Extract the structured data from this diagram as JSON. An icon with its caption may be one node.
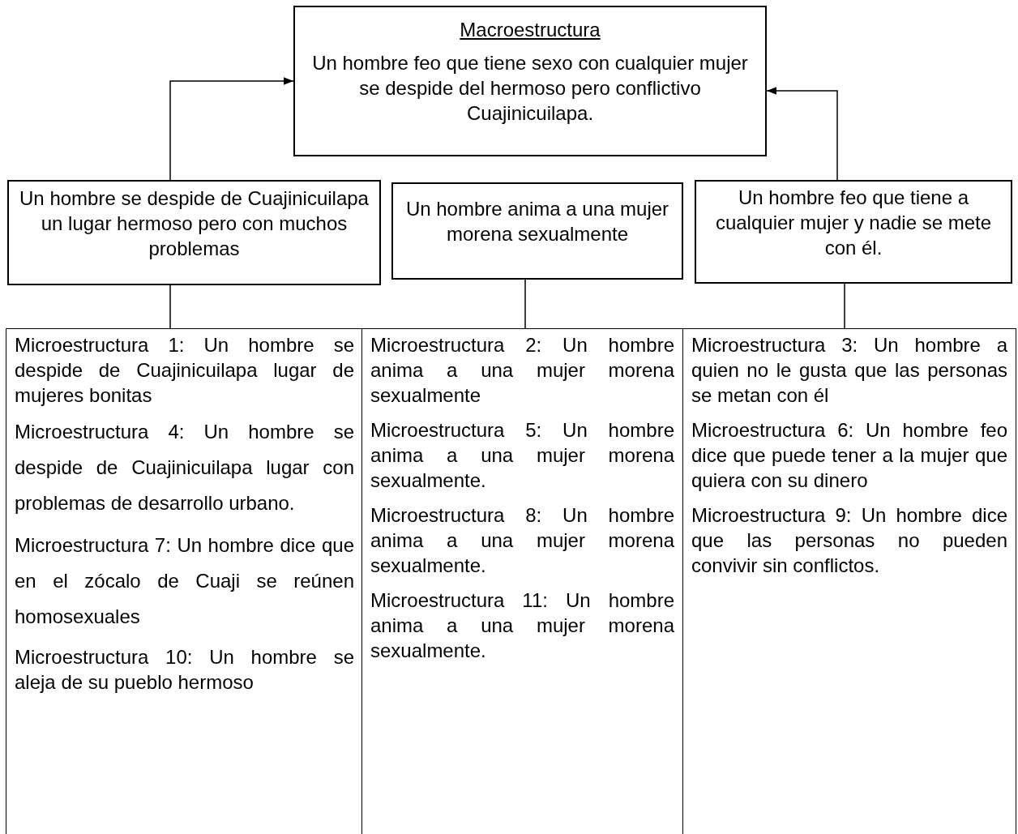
{
  "diagram": {
    "nodes": [
      {
        "text": [
          "Macroestructura",
          "Un hombre feo que tiene sexo con cualquier mujer se despide del hermoso pero conflictivo Cuajinicuilapa."
        ]
      },
      {
        "text": [
          "Un hombre se despide de Cuajinicuilapa un lugar hermoso pero con muchos problemas"
        ]
      },
      {
        "text": [
          "Un hombre anima a una mujer morena sexualmente"
        ]
      },
      {
        "text": [
          "Un hombre feo que tiene a cualquier mujer y nadie se mete con él."
        ]
      },
      {
        "text": [
          "Microestructura 1: Un hombre se despide de Cuajinicuilapa lugar de mujeres bonitas",
          "Microestructura 4: Un hombre se despide de Cuajinicuilapa lugar con problemas de desarrollo urbano.",
          "Microestructura 7: Un hombre dice que en el zócalo de Cuaji se reúnen homosexuales",
          "Microestructura 10: Un hombre se aleja de su pueblo hermoso"
        ]
      },
      {
        "text": [
          "Microestructura 2: Un hombre anima a una mujer morena sexualmente",
          "Microestructura 5: Un hombre anima a una mujer morena sexualmente.",
          "Microestructura 8: Un hombre anima a una mujer morena sexualmente.",
          "Microestructura 11: Un hombre anima a una mujer morena sexualmente."
        ]
      },
      {
        "text": [
          "Microestructura 3: Un hombre a quien no le gusta que las personas se metan con él",
          "Microestructura 6: Un hombre feo dice que puede tener a la mujer que quiera con su dinero",
          "Microestructura 9: Un hombre dice que las personas no pueden convivir sin conflictos."
        ]
      }
    ],
    "edges": [
      {
        "from": 1,
        "to": 0,
        "arrow": "to"
      },
      {
        "from": 3,
        "to": 0,
        "arrow": "to"
      },
      {
        "from": 1,
        "to": 4,
        "arrow": "none"
      },
      {
        "from": 2,
        "to": 5,
        "arrow": "none"
      },
      {
        "from": 3,
        "to": 6,
        "arrow": "none"
      }
    ]
  }
}
